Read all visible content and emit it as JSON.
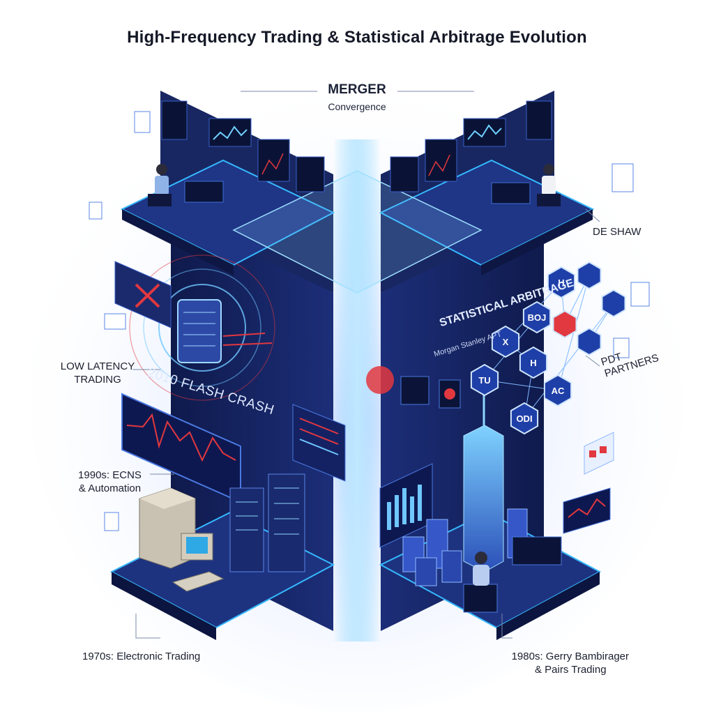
{
  "title": "High-Frequency Trading & Statistical Arbitrage Evolution",
  "merger": {
    "title": "MERGER",
    "subtitle": "Convergence"
  },
  "left_labels": {
    "low_latency_1": "LOW LATENCY",
    "low_latency_2": "TRADING",
    "flash_crash": "2010 FLASH CRASH",
    "nineties_1": "1990s: ECNS",
    "nineties_2": "& Automation",
    "seventies": "1970s: Electronic Trading"
  },
  "right_labels": {
    "de_shaw": "DE SHAW",
    "stat_arb": "STATISTICAL ARBITRAGE",
    "stat_arb_sub": "Morgan Stanley APT",
    "pdt_1": "PDT",
    "pdt_2": "PARTNERS",
    "eighties_1": "1980s: Gerry Bambirager",
    "eighties_2": "& Pairs Trading"
  },
  "hexagons": [
    "H",
    "BOJ",
    "X",
    "TU",
    "H",
    "AC",
    "ODI"
  ],
  "colors": {
    "panel_dark": "#15215a",
    "panel_mid": "#1d2f7a",
    "glow": "#6fc7ff",
    "accent_red": "#e2383f",
    "floor_edge": "#2fb3ff"
  }
}
